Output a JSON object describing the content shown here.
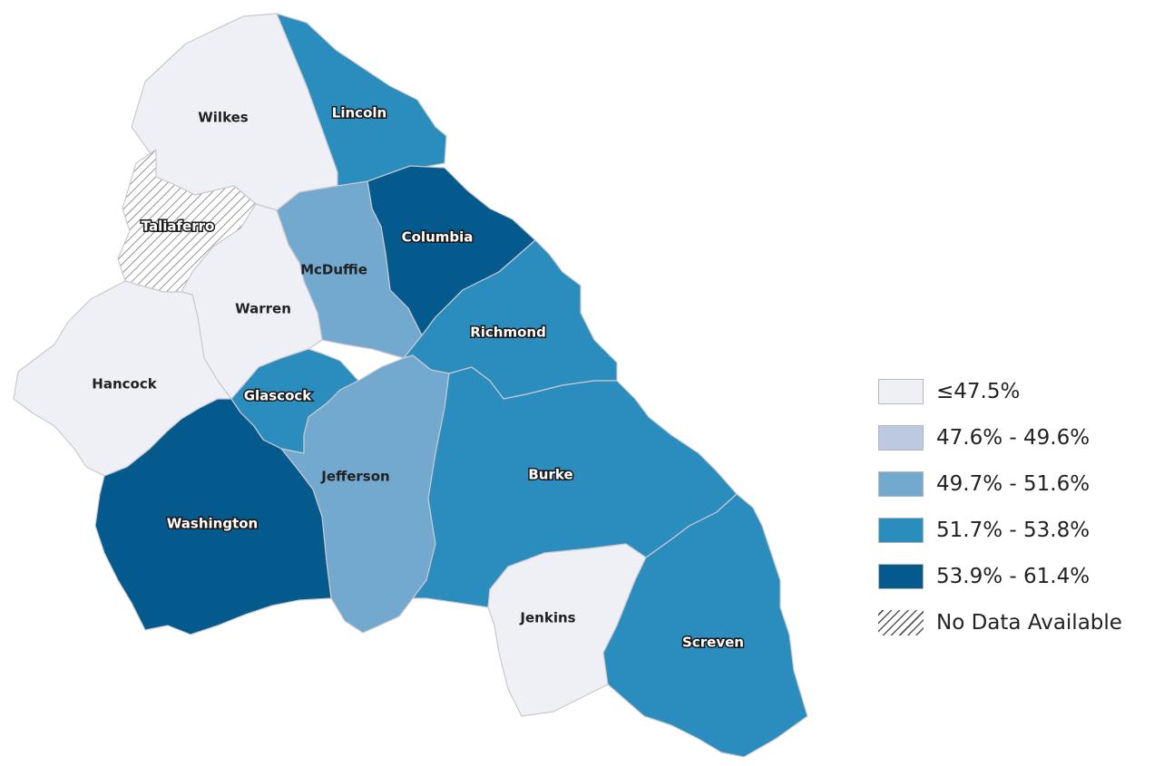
{
  "colors": {
    "bin1": "#efeff6",
    "bin2": "#bdc9e1",
    "bin3": "#74a9cf",
    "bin4": "#2b8cbe",
    "bin5": "#045a8d",
    "no_data": "hatch"
  },
  "counties": [
    {
      "name": "Wilkes",
      "bin": "bin1"
    },
    {
      "name": "Lincoln",
      "bin": "bin4"
    },
    {
      "name": "Taliaferro",
      "bin": "no_data"
    },
    {
      "name": "Columbia",
      "bin": "bin5"
    },
    {
      "name": "McDuffie",
      "bin": "bin3"
    },
    {
      "name": "Warren",
      "bin": "bin1"
    },
    {
      "name": "Richmond",
      "bin": "bin4"
    },
    {
      "name": "Hancock",
      "bin": "bin1"
    },
    {
      "name": "Glascock",
      "bin": "bin4"
    },
    {
      "name": "Jefferson",
      "bin": "bin3"
    },
    {
      "name": "Burke",
      "bin": "bin4"
    },
    {
      "name": "Washington",
      "bin": "bin5"
    },
    {
      "name": "Jenkins",
      "bin": "bin1"
    },
    {
      "name": "Screven",
      "bin": "bin4"
    }
  ],
  "legend": [
    {
      "label": "≤47.5%",
      "bin": "bin1"
    },
    {
      "label": "47.6% - 49.6%",
      "bin": "bin2"
    },
    {
      "label": "49.7% - 51.6%",
      "bin": "bin3"
    },
    {
      "label": "51.7% - 53.8%",
      "bin": "bin4"
    },
    {
      "label": "53.9% - 61.4%",
      "bin": "bin5"
    },
    {
      "label": "No Data Available",
      "bin": "no_data"
    }
  ]
}
